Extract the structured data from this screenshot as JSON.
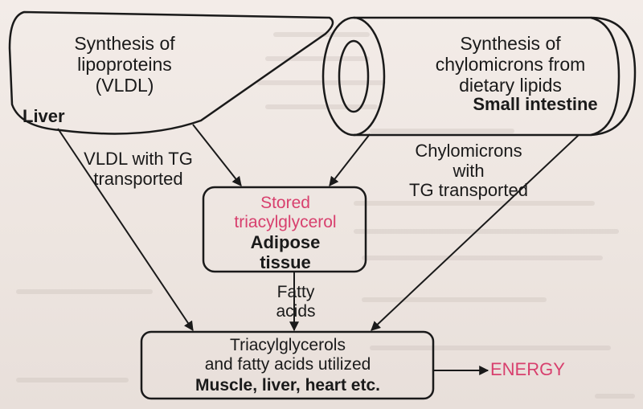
{
  "liver": {
    "text": [
      "Synthesis of",
      "lipoproteins",
      "(VLDL)"
    ],
    "name": "Liver"
  },
  "intestine": {
    "text": [
      "Synthesis of",
      "chylomicrons from",
      "dietary lipids"
    ],
    "name": "Small intestine"
  },
  "vldl_transport": [
    "VLDL with TG",
    "transported"
  ],
  "chylo_transport": [
    "Chylomicrons",
    "with",
    "TG transported"
  ],
  "adipose": {
    "stored": [
      "Stored",
      "triacylglycerol"
    ],
    "name": [
      "Adipose",
      "tissue"
    ]
  },
  "fatty_acids": [
    "Fatty",
    "acids"
  ],
  "muscle": {
    "text": [
      "Triacylglycerols",
      "and fatty acids utilized"
    ],
    "name": "Muscle, liver, heart etc."
  },
  "energy": "ENERGY",
  "colors": {
    "ink": "#1a1a1a",
    "accent": "#d8406e",
    "paper": "#efe7e2"
  }
}
